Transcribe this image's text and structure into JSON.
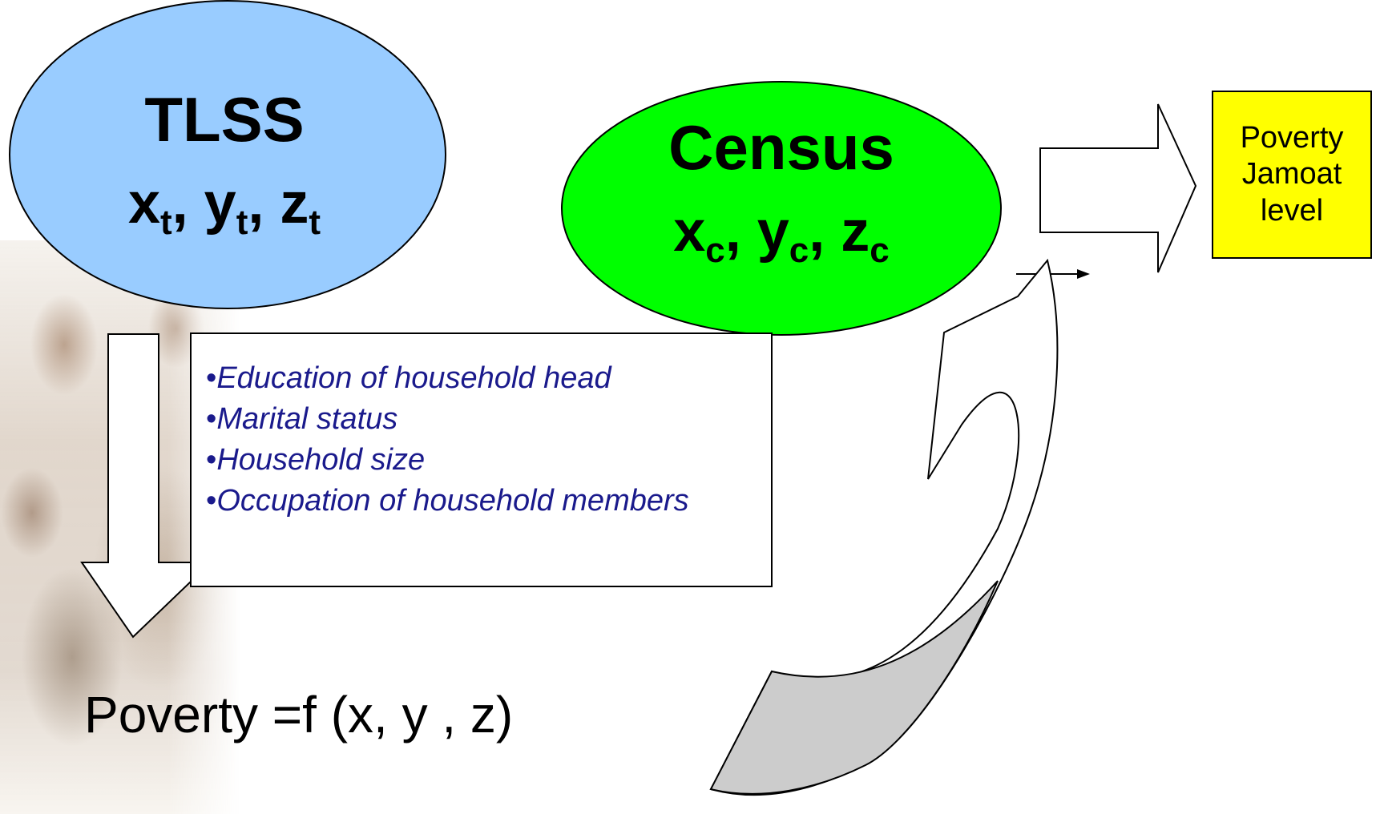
{
  "tlss": {
    "title": "TLSS",
    "vars": [
      {
        "letter": "x",
        "sub": "t",
        "sep": ", "
      },
      {
        "letter": "y",
        "sub": "t",
        "sep": ", "
      },
      {
        "letter": "z",
        "sub": "t",
        "sep": ""
      }
    ],
    "color": "#99ccff"
  },
  "census": {
    "title": "Census",
    "vars": [
      {
        "letter": "x",
        "sub": "c",
        "sep": ", "
      },
      {
        "letter": "y",
        "sub": "c",
        "sep": ", "
      },
      {
        "letter": "z",
        "sub": "c",
        "sep": ""
      }
    ],
    "color": "#00ff00"
  },
  "result_box": {
    "lines": [
      "Poverty",
      "Jamoat",
      "level"
    ],
    "color": "#ffff00"
  },
  "variables_box": {
    "items": [
      "Education of household head",
      "Marital status",
      "Household size",
      "Occupation of household members"
    ],
    "text_color": "#1a1a8c"
  },
  "formula": "Poverty =f (x, y , z)",
  "curved_arrow_fill": "#cccccc"
}
